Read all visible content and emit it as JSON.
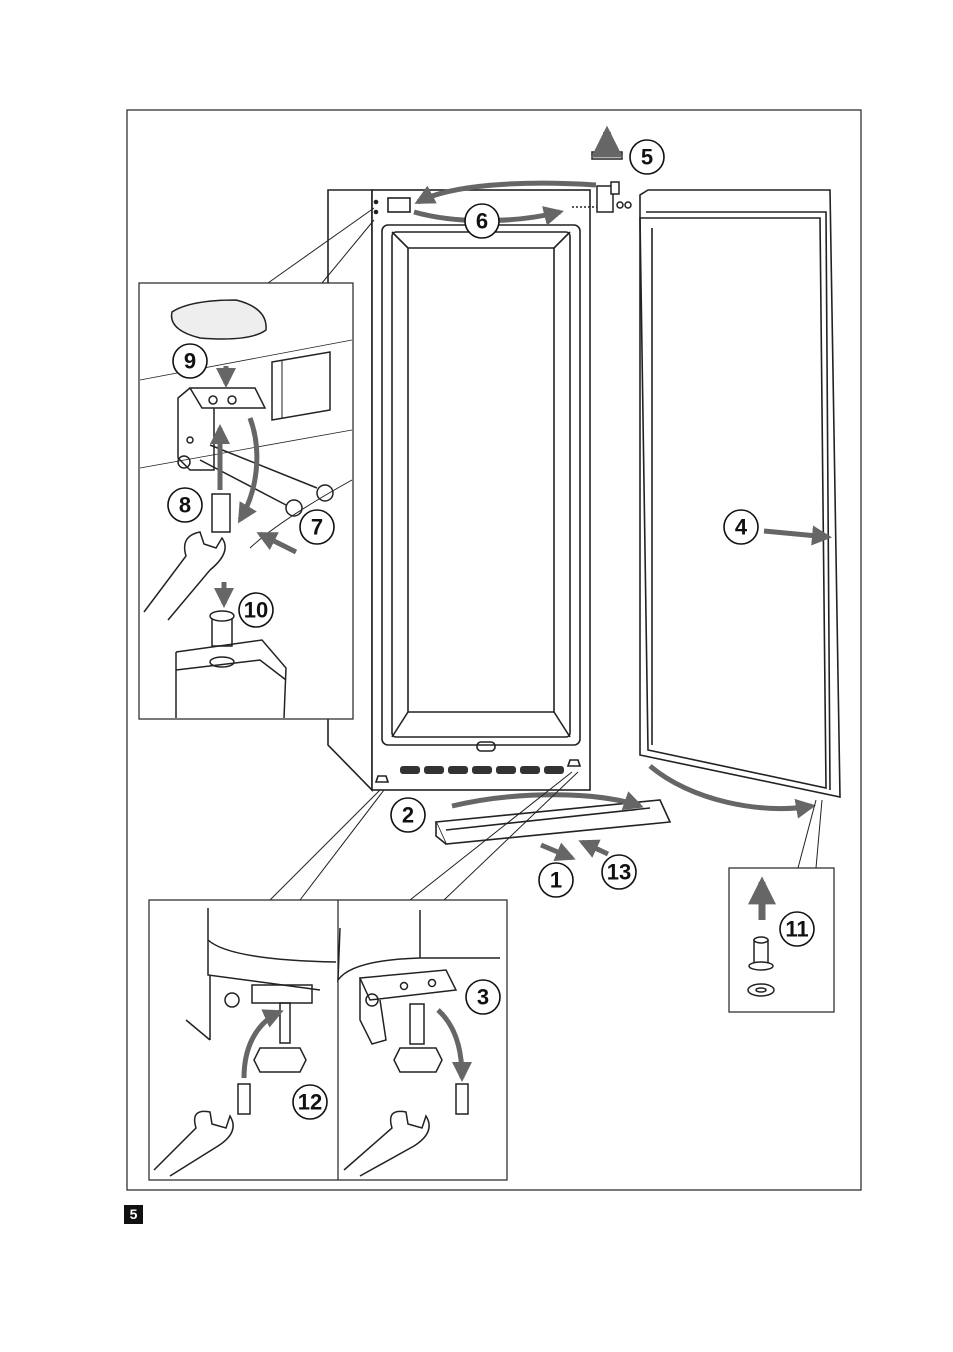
{
  "steps": {
    "s1": "1",
    "s2": "2",
    "s3": "3",
    "s4": "4",
    "s5": "5",
    "s6": "6",
    "s7": "7",
    "s8": "8",
    "s9": "9",
    "s10": "10",
    "s11": "11",
    "s12": "12",
    "s13": "13"
  },
  "page_number": "5",
  "colors": {
    "line": "#222222",
    "arrow": "#666666",
    "background": "#ffffff"
  }
}
